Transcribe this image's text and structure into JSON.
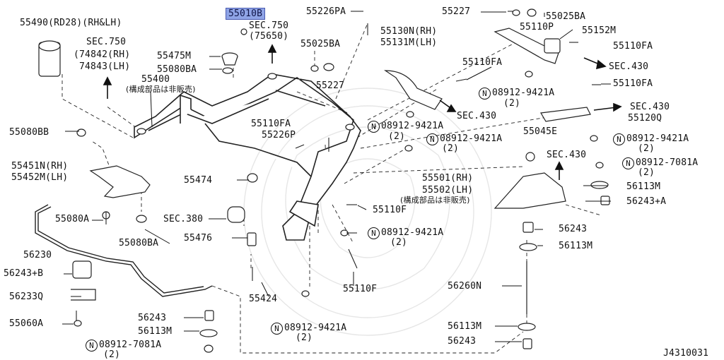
{
  "highlighted_part": "55010B",
  "drawing_id": "J4310031",
  "labels": {
    "p55490": "55490(RD28)(RH&LH)",
    "sec750_a": "SEC.750",
    "c74842": "(74842(RH)",
    "c74843": "74843(LH)",
    "p55475M": "55475M",
    "p55080BA_top": "55080BA",
    "p55400": "55400",
    "jp_note_1": "(構成部品は非販売)",
    "sec750_b": "SEC.750",
    "c75650": "(75650)",
    "p55226PA": "55226PA",
    "p55025BA_mid": "55025BA",
    "p55227_mid": "55227",
    "p55130N": "55130N(RH)",
    "p55131M": "55131M(LH)",
    "p55227_top": "55227",
    "p55025BA_top": "55025BA",
    "p55110P": "55110P",
    "p55152M": "55152M",
    "p55110FA_r1": "55110FA",
    "sec430_a": "SEC.430",
    "p55110FA_mid": "55110FA",
    "p55110FA_r2": "55110FA",
    "n08912_9421A_a": "08912-9421A",
    "q2_a": "(2)",
    "sec430_b": "SEC.430",
    "sec430_c": "SEC.430",
    "p55120Q": "55120Q",
    "p55080BB": "55080BB",
    "p55110FA_c": "55110FA",
    "p55226P": "55226P",
    "n08912_9421A_b": "08912-9421A",
    "q2_b": "(2)",
    "n08912_9421A_c": "08912-9421A",
    "q2_c": "(2)",
    "p55045E": "55045E",
    "n08912_9421A_d": "08912-9421A",
    "q2_d": "(2)",
    "n08912_7081A_r": "08912-7081A",
    "q2_e": "(2)",
    "p55451N": "55451N(RH)",
    "p55452M": "55452M(LH)",
    "p55474": "55474",
    "sec430_d": "SEC.430",
    "p55501": "55501(RH)",
    "p55502": "55502(LH)",
    "jp_note_2": "(構成部品は非販売)",
    "p56113M_r1": "56113M",
    "p56243A": "56243+A",
    "p55080A": "55080A",
    "sec380": "SEC.380",
    "p55110F_a": "55110F",
    "p55080BA_bot": "55080BA",
    "p55476": "55476",
    "n08912_9421A_e": "08912-9421A",
    "q2_f": "(2)",
    "p56243_r": "56243",
    "p56113M_r2": "56113M",
    "p56230": "56230",
    "p56243B": "56243+B",
    "p56233Q": "56233Q",
    "p55424": "55424",
    "p55110F_b": "55110F",
    "p56260N": "56260N",
    "p55060A": "55060A",
    "p56243_b": "56243",
    "p56113M_b": "56113M",
    "n08912_9421A_f": "08912-9421A",
    "q2_g": "(2)",
    "p56113M_r3": "56113M",
    "p56243_r2": "56243",
    "n08912_7081A_l": "08912-7081A",
    "q2_h": "(2)"
  }
}
